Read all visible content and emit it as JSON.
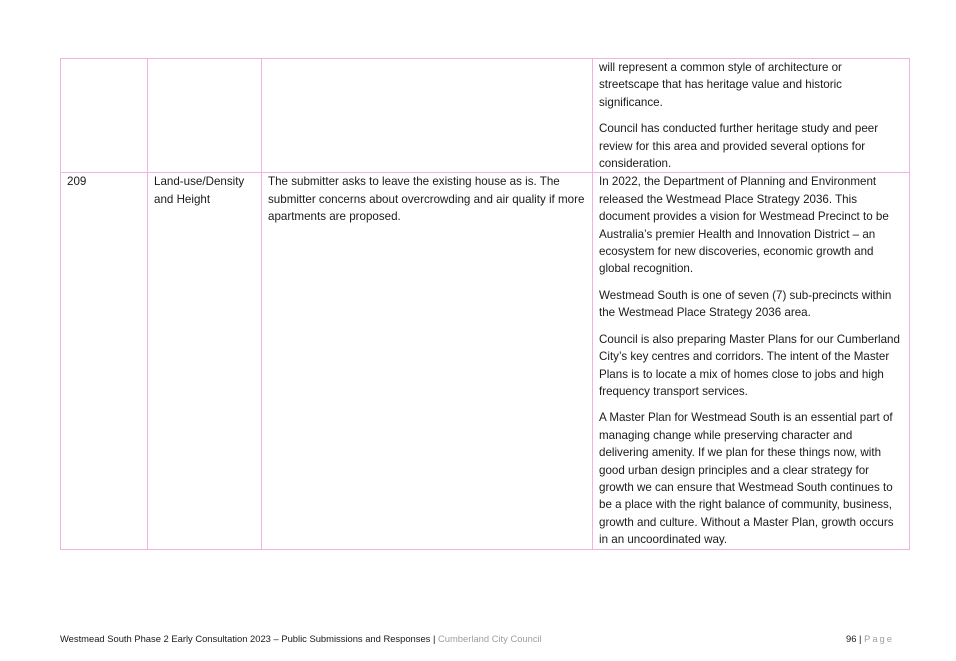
{
  "table": {
    "rows": [
      {
        "id": "",
        "category": "",
        "submission": "",
        "response": [
          "will represent a common style of architecture or streetscape that has heritage value and historic significance.",
          "Council has conducted further heritage study and peer review for this area and provided several options for consideration."
        ]
      },
      {
        "id": "209",
        "category": "Land-use/Density and Height",
        "submission": "The submitter asks to leave the existing house as is. The submitter concerns about overcrowding and air quality if more apartments are proposed.",
        "response": [
          "In 2022, the Department of Planning and Environment released the Westmead Place Strategy 2036. This document provides a vision for Westmead Precinct to be Australia’s premier Health and Innovation District – an ecosystem for new discoveries, economic growth and global recognition.",
          "Westmead South is one of seven (7) sub-precincts within the Westmead Place Strategy 2036 area.",
          "Council is also preparing Master Plans for our Cumberland City’s key centres and corridors. The intent of the Master Plans is to locate a mix of homes close to jobs and high frequency transport services.",
          "A Master Plan for Westmead South is an essential part of managing change while preserving character and delivering amenity. If we plan for these things now, with good urban design principles and a clear strategy for growth we can ensure that Westmead South continues to be a place with the right balance of community, business, growth and culture. Without a Master Plan, growth occurs in an uncoordinated way."
        ]
      }
    ]
  },
  "footer": {
    "document_title": "Westmead South Phase 2 Early Consultation 2023 – Public Submissions and Responses",
    "separator": "|",
    "organisation": "Cumberland City Council",
    "page_number": "96",
    "page_separator": "|",
    "page_label": "Page"
  },
  "colors": {
    "table_border": "#f0b3e0",
    "footer_muted": "#9e9e9e"
  }
}
